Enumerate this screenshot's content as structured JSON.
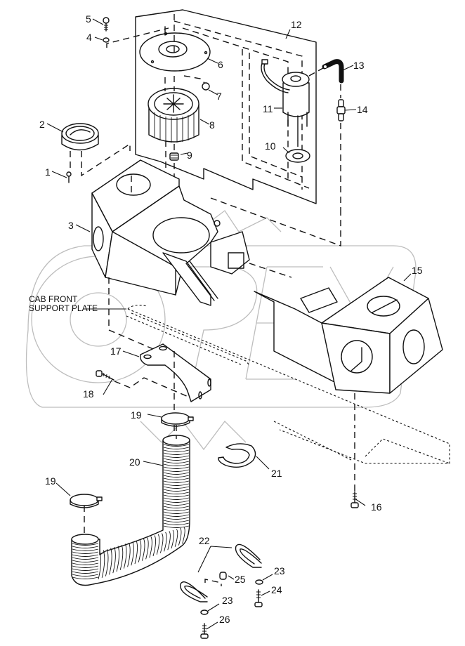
{
  "diagram": {
    "type": "exploded-parts-view",
    "watermark": "OPEX",
    "annotation": {
      "line1": "CAB FRONT",
      "line2": "SUPPORT PLATE"
    },
    "callouts": [
      {
        "id": "1",
        "part": "screw"
      },
      {
        "id": "2",
        "part": "air-vent-louver"
      },
      {
        "id": "3",
        "part": "heater-housing"
      },
      {
        "id": "4",
        "part": "washer"
      },
      {
        "id": "5",
        "part": "screw"
      },
      {
        "id": "6",
        "part": "motor-mounting-plate"
      },
      {
        "id": "7",
        "part": "nut"
      },
      {
        "id": "8",
        "part": "blower-wheel"
      },
      {
        "id": "9",
        "part": "nut"
      },
      {
        "id": "10",
        "part": "motor-mount"
      },
      {
        "id": "11",
        "part": "blower-motor"
      },
      {
        "id": "12",
        "part": "blower-motor-assembly"
      },
      {
        "id": "13",
        "part": "drain-tube"
      },
      {
        "id": "14",
        "part": "fitting"
      },
      {
        "id": "15",
        "part": "heater-housing-cover"
      },
      {
        "id": "16",
        "part": "cap-screw"
      },
      {
        "id": "17",
        "part": "bracket"
      },
      {
        "id": "18",
        "part": "cap-screw"
      },
      {
        "id": "19",
        "part": "hose-clamp"
      },
      {
        "id": "20",
        "part": "flex-duct"
      },
      {
        "id": "21",
        "part": "ring"
      },
      {
        "id": "22",
        "part": "clamp"
      },
      {
        "id": "23",
        "part": "washer"
      },
      {
        "id": "24",
        "part": "cap-screw"
      },
      {
        "id": "25",
        "part": "spacer"
      },
      {
        "id": "26",
        "part": "cap-screw"
      }
    ]
  }
}
